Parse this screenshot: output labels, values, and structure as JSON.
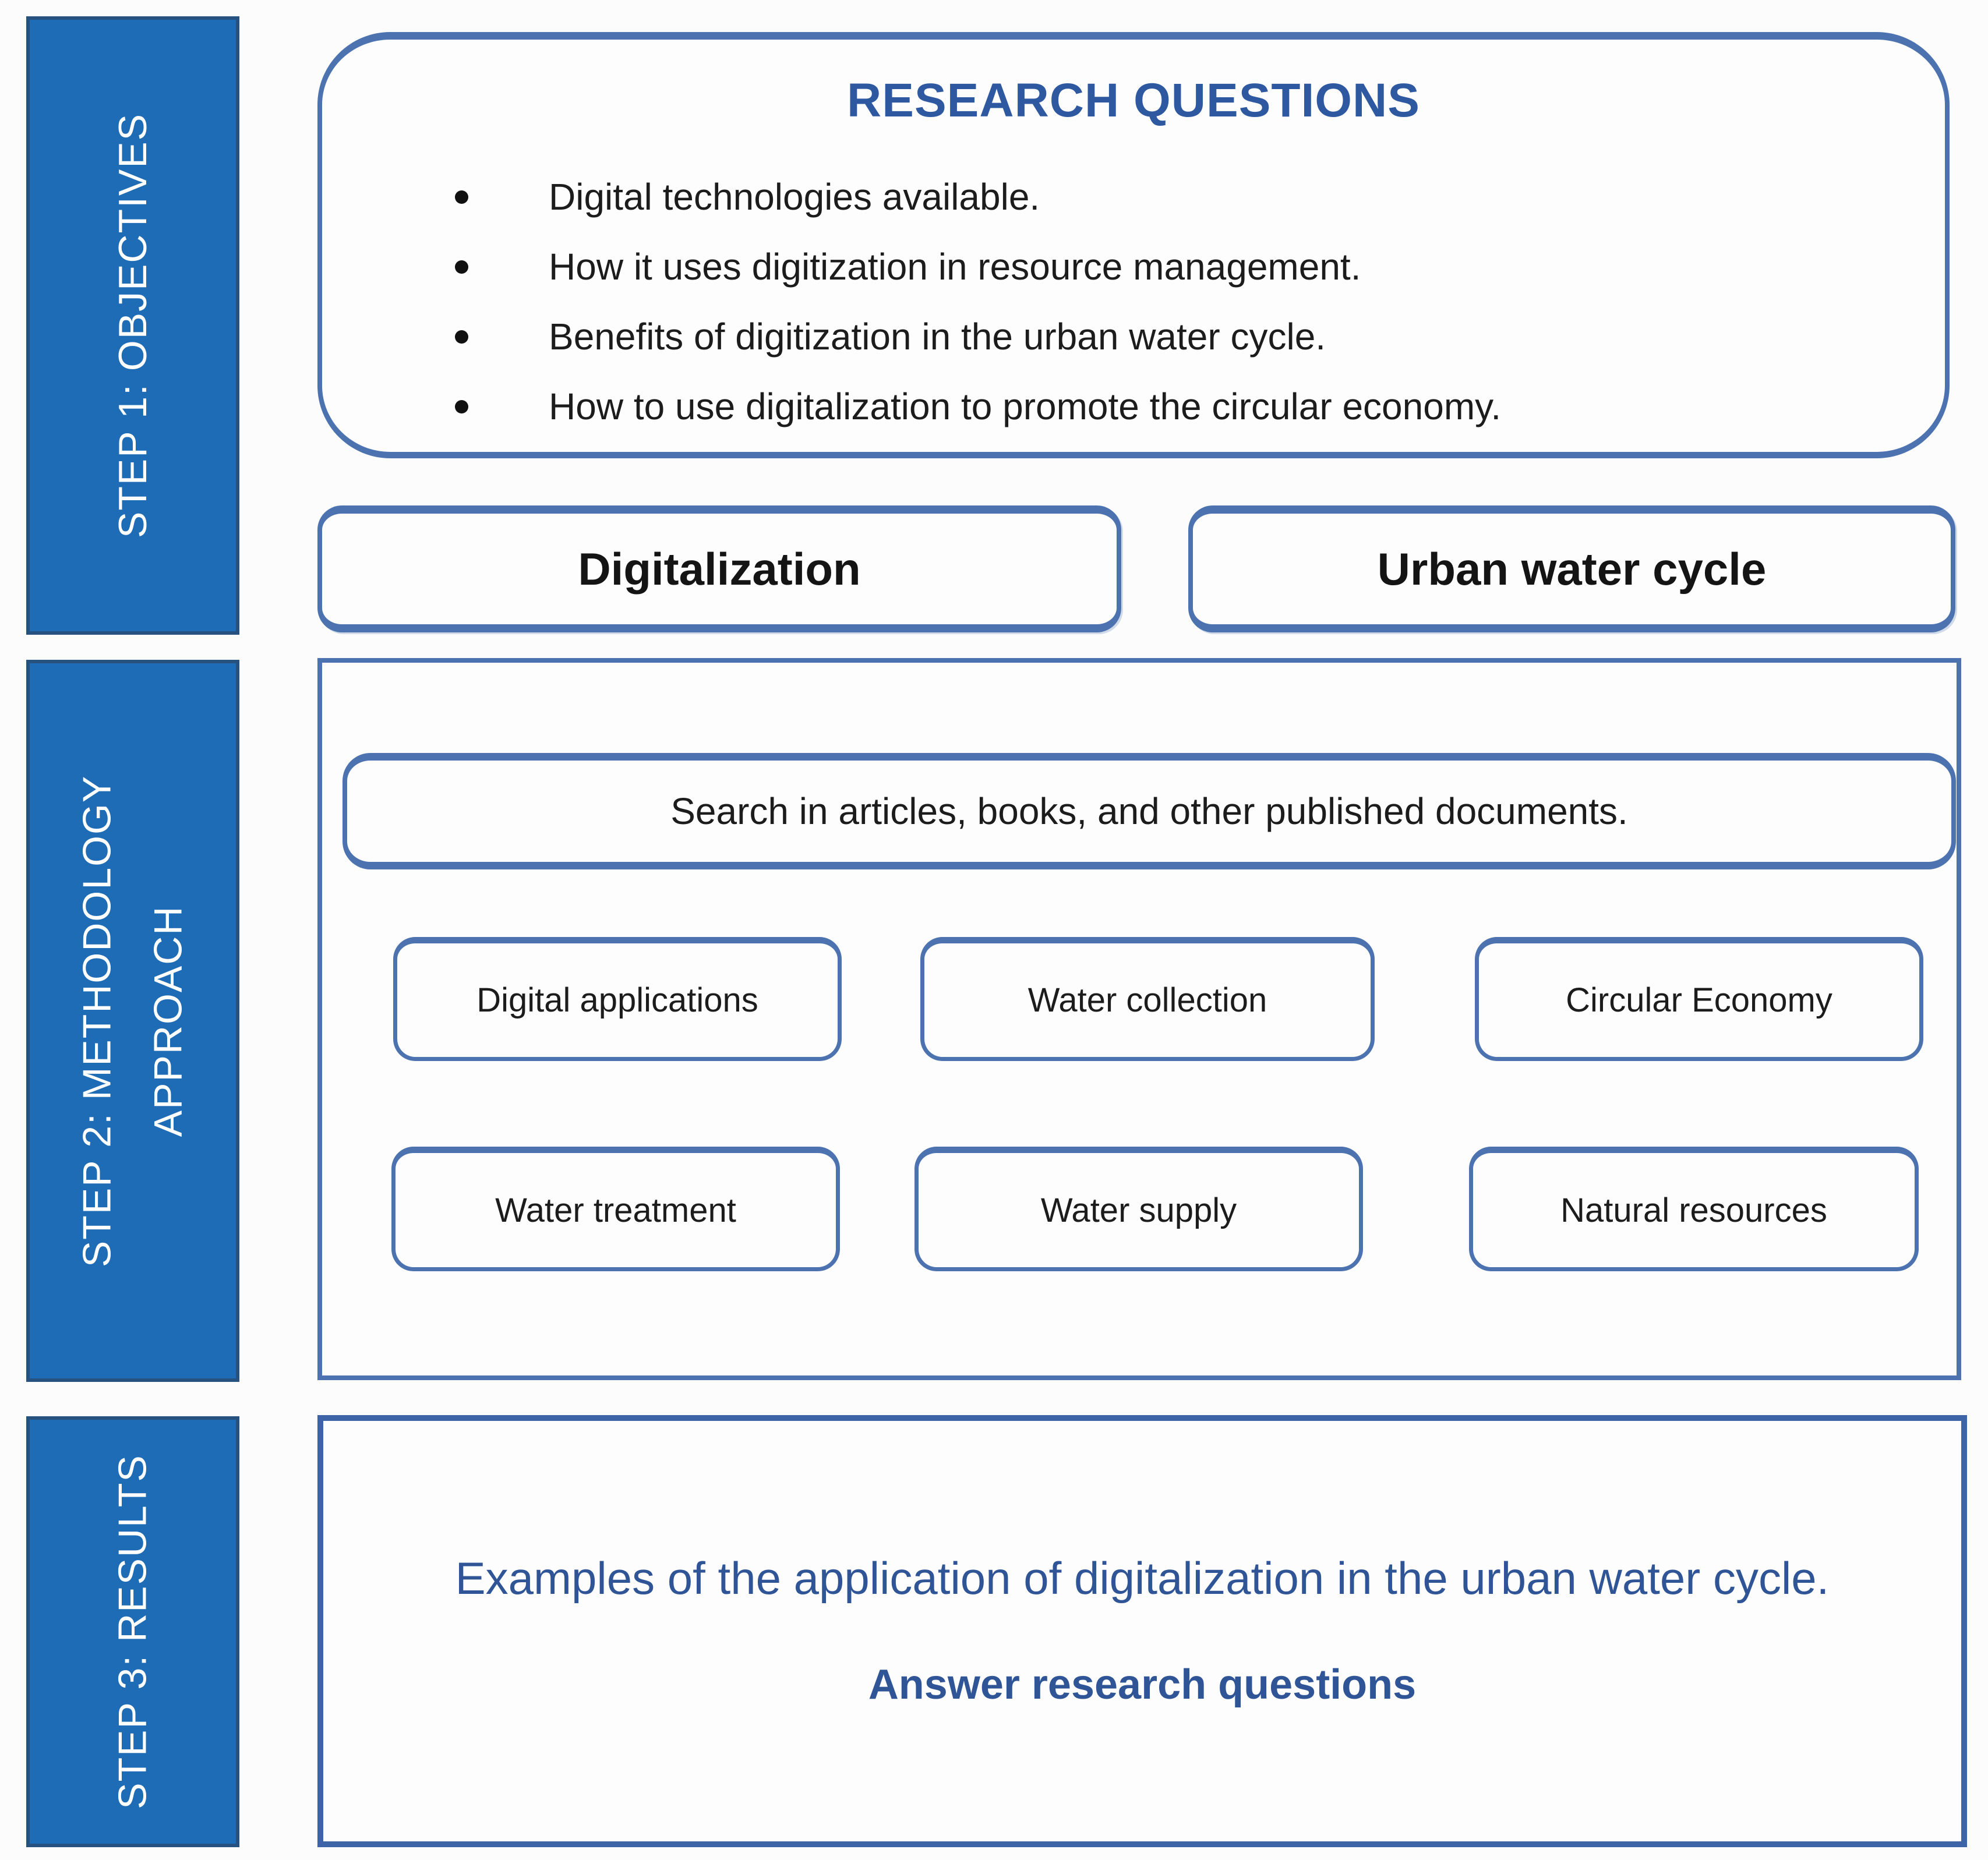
{
  "diagram": {
    "step1": {
      "sidebar_label": "STEP 1: OBJECTIVES"
    },
    "step2": {
      "sidebar_label": "STEP 2: METHODOLOGY\nAPPROACH"
    },
    "step3": {
      "sidebar_label": "STEP 3: RESULTS"
    },
    "research_questions": {
      "title": "RESEARCH QUESTIONS",
      "bullets": [
        "Digital technologies available.",
        "How it uses digitization in resource management.",
        "Benefits of digitization in the urban water cycle.",
        "How to use digitalization to promote the circular economy."
      ]
    },
    "keywords": [
      "Digitalization",
      "Urban water cycle"
    ],
    "methodology": {
      "search_note": "Search in articles, books, and other published documents.",
      "topics": [
        "Digital applications",
        "Water collection",
        "Circular Economy",
        "Water treatment",
        "Water supply",
        "Natural resources"
      ]
    },
    "results": {
      "line1": "Examples of the application of digitalization in the urban water cycle.",
      "line2": "Answer research questions"
    },
    "colors": {
      "sidebar_fill": "#1E6CB5",
      "sidebar_border": "#27517E",
      "box_border": "#4C73AF",
      "results_border": "#3D64A6",
      "accent_text": "#2F5597",
      "body_text": "#1C1C1C"
    }
  }
}
